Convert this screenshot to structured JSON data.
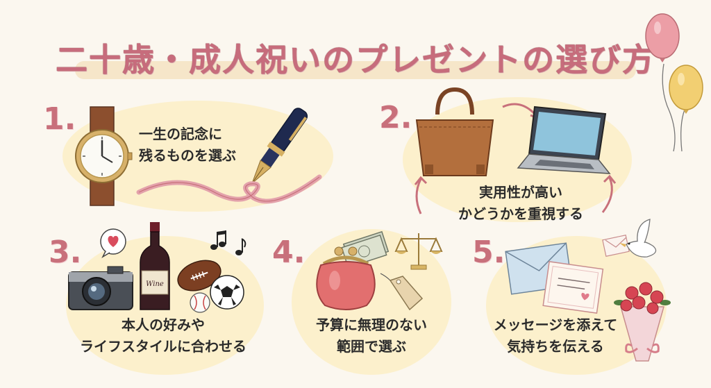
{
  "title": "二十歳・成人祝いのプレゼントの選び方",
  "items": [
    {
      "number": "1.",
      "line1": "一生の記念に",
      "line2": "残るものを選ぶ"
    },
    {
      "number": "2.",
      "line1": "実用性が高い",
      "line2": "かどうかを重視する"
    },
    {
      "number": "3.",
      "line1": "本人の好みや",
      "line2": "ライフスタイルに合わせる"
    },
    {
      "number": "4.",
      "line1": "予算に無理のない",
      "line2": "範囲で選ぶ"
    },
    {
      "number": "5.",
      "line1": "メッセージを添えて",
      "line2": "気持ちを伝える"
    }
  ],
  "wine_label": "Wine",
  "colors": {
    "accent": "#c8707b",
    "highlight": "#fbefc6",
    "background": "#fbf7ef"
  },
  "icons": [
    "wristwatch-icon",
    "fountain-pen-icon",
    "ribbon-icon",
    "tote-bag-icon",
    "laptop-icon",
    "camera-icon",
    "wine-bottle-icon",
    "rugby-ball-icon",
    "soccer-ball-icon",
    "baseball-icon",
    "music-notes-icon",
    "heart-bubble-icon",
    "coin-purse-icon",
    "banknotes-icon",
    "balance-scale-icon",
    "price-tag-icon",
    "envelope-icon",
    "letter-card-icon",
    "dove-icon",
    "bouquet-icon",
    "balloons-icon"
  ]
}
